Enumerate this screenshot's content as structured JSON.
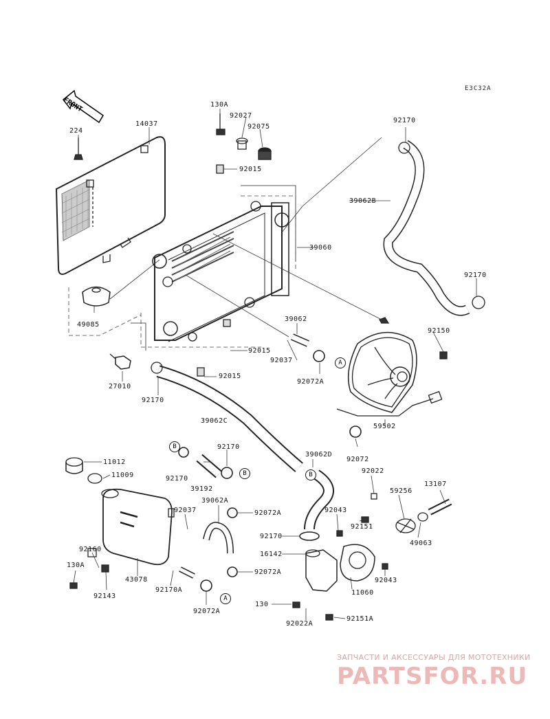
{
  "diagram_code": "E3C32A",
  "front_label": "FRONT",
  "callout_letters": {
    "a": "A",
    "b": "B"
  },
  "parts": {
    "p224": "224",
    "p14037": "14037",
    "p130A_top": "130A",
    "p92027": "92027",
    "p92075": "92075",
    "p92015_top": "92015",
    "p92170_top": "92170",
    "p39062B": "39062B",
    "p39060": "39060",
    "p92170_right": "92170",
    "p49085": "49085",
    "p39062": "39062",
    "p92150": "92150",
    "p92015_mid": "92015",
    "p92037_mid": "92037",
    "p92072A_mid": "92072A",
    "p27010": "27010",
    "p92015_low": "92015",
    "p92170_left": "92170",
    "p39062C": "39062C",
    "p59502": "59502",
    "p92072": "92072",
    "p11012": "11012",
    "p92170_b": "92170",
    "p11009": "11009",
    "p92170_b2": "92170",
    "p39192": "39192",
    "p39062D": "39062D",
    "p92022_right": "92022",
    "p13107": "13107",
    "p59256": "59256",
    "p39062A": "39062A",
    "p92037_left": "92037",
    "p92072A_left": "92072A",
    "p92043_mid": "92043",
    "p92151": "92151",
    "p49063": "49063",
    "p92170_mid": "92170",
    "p16142": "16142",
    "p92160": "92160",
    "p130A_left": "130A",
    "p43078": "43078",
    "p92143": "92143",
    "p92170A": "92170A",
    "p92072A_low": "92072A",
    "p11060": "11060",
    "p92043_right": "92043",
    "p130": "130",
    "p92022A": "92022A",
    "p92151A": "92151A"
  },
  "watermark": {
    "tagline": "ЗАПЧАСТИ И АКСЕССУАРЫ ДЛЯ МОТОТЕХНИКИ",
    "logo": "PARTSFOR.RU"
  }
}
